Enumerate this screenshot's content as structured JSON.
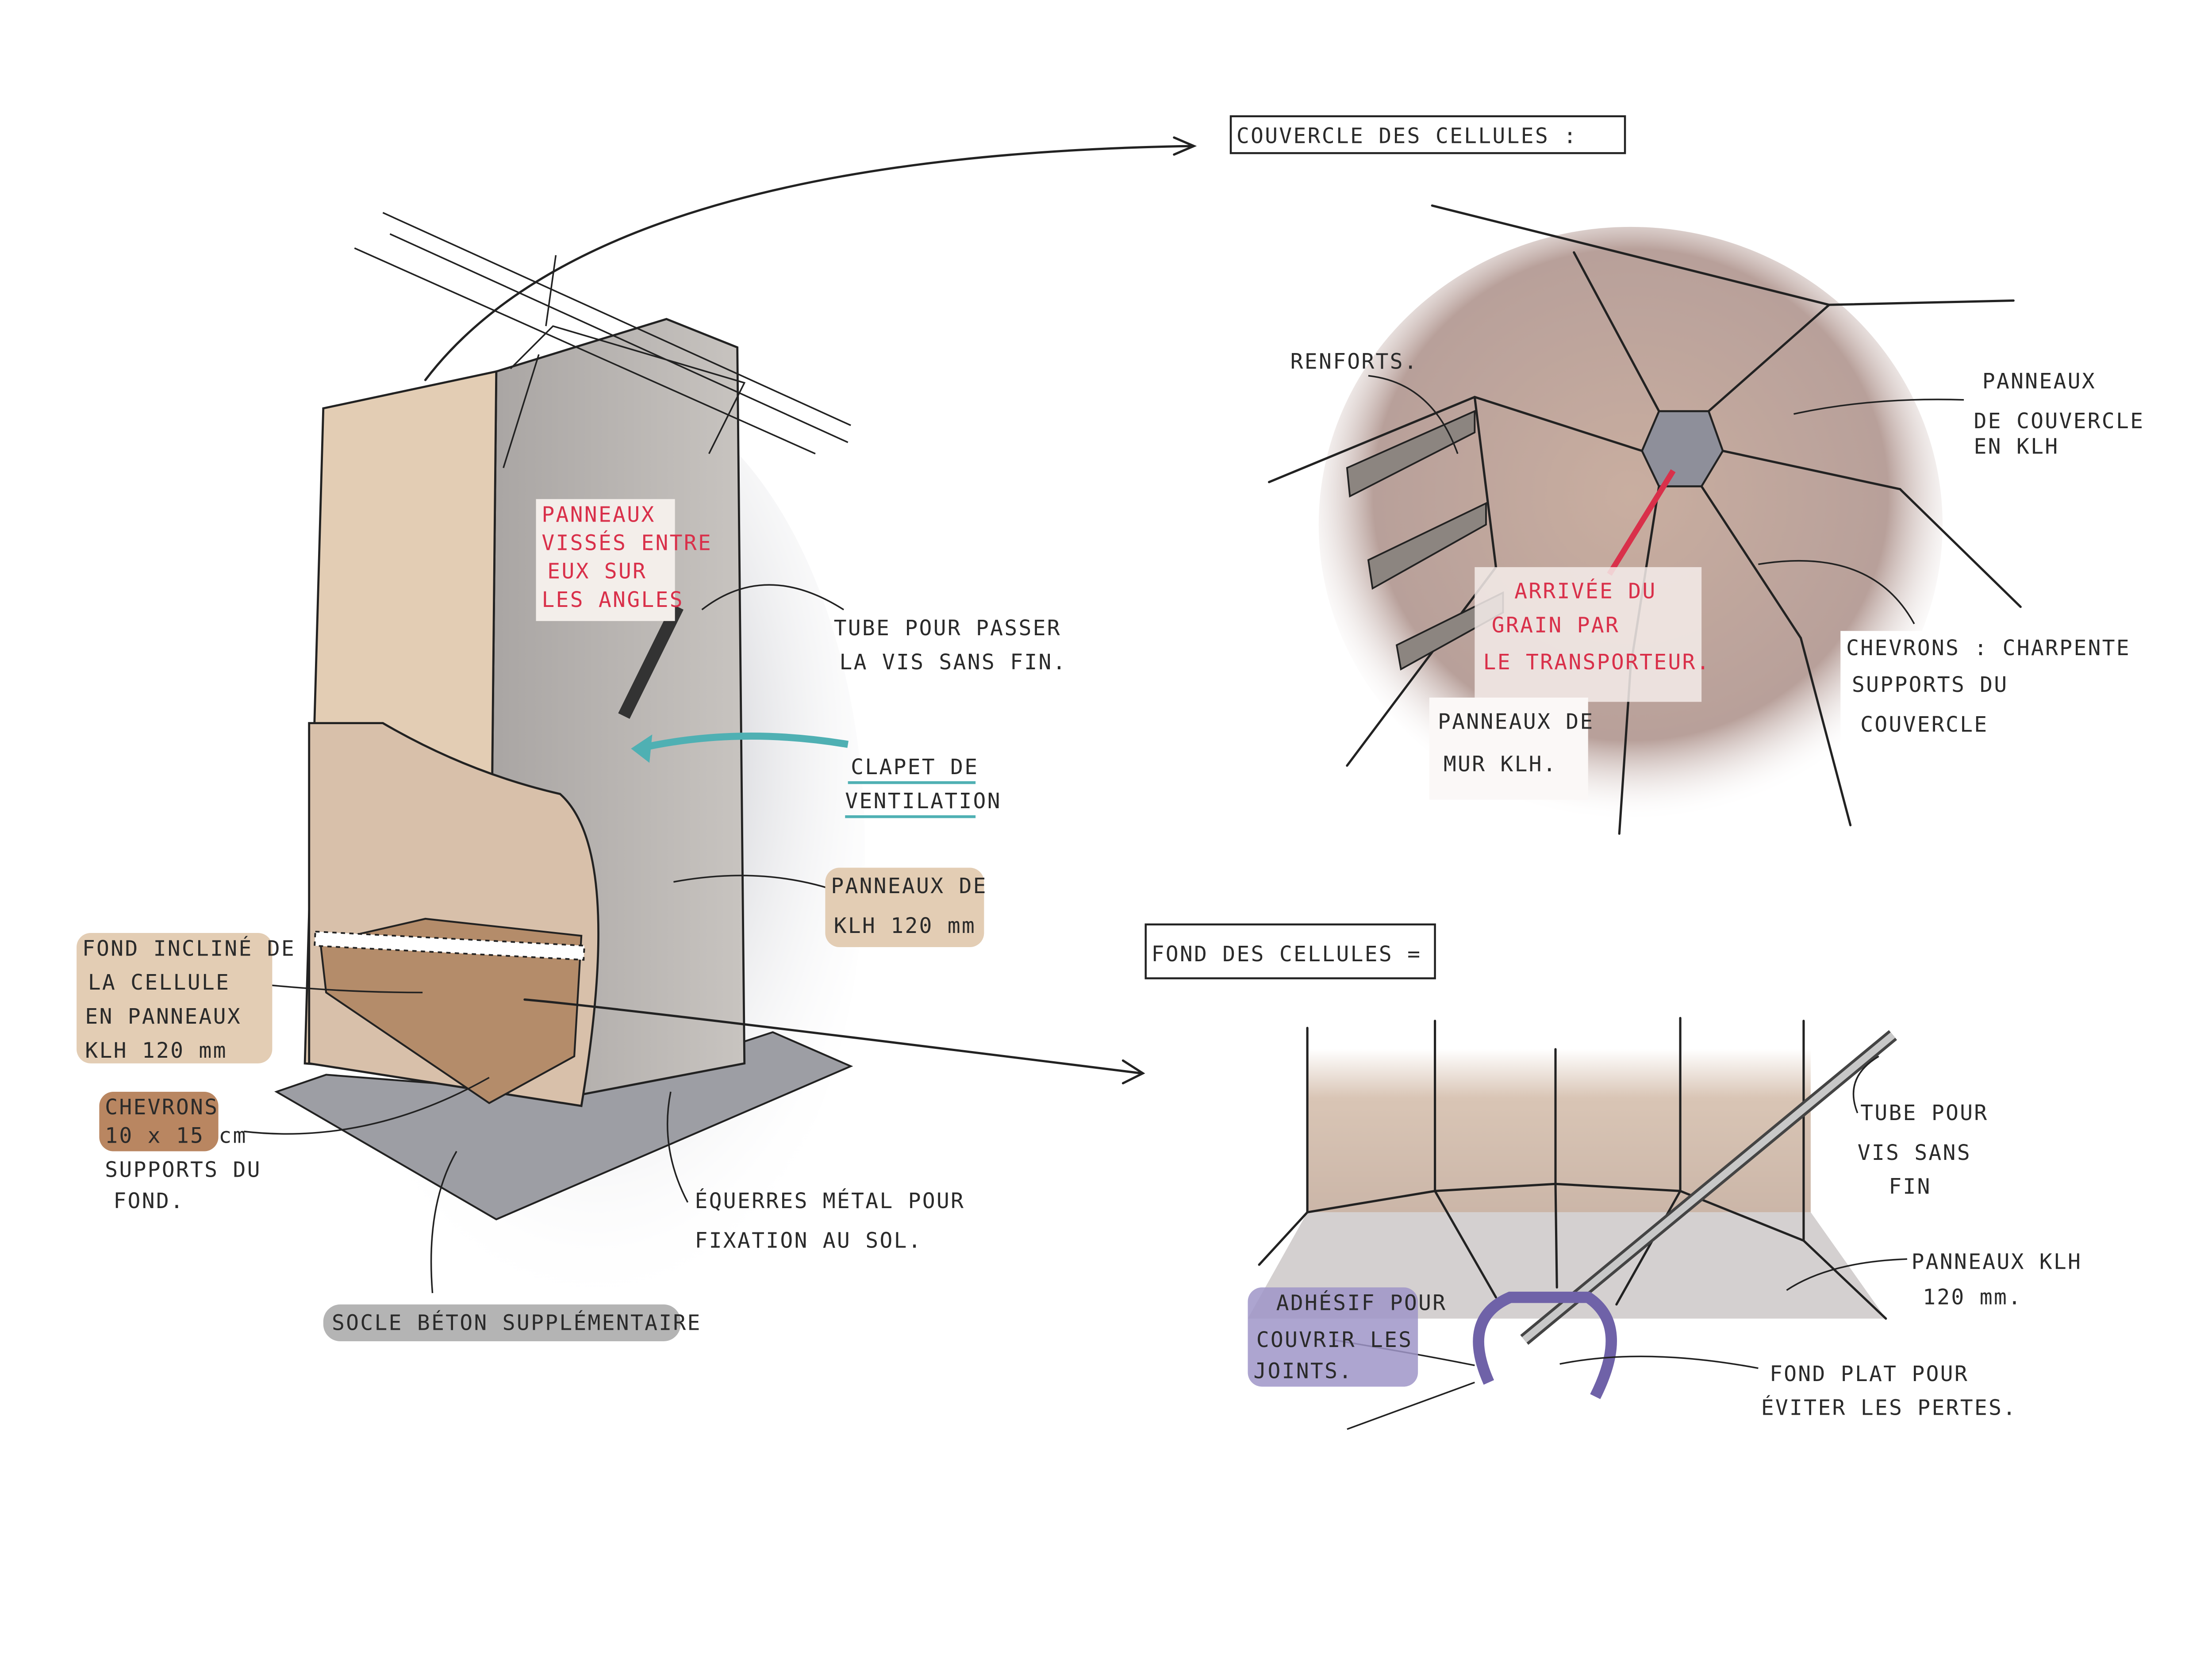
{
  "colors": {
    "klh_tan": "#e3cdb4",
    "chevron_brown": "#b98661",
    "concrete_grey": "#b4b4b4",
    "adhesive_purple": "#9f95c8",
    "ventilation_teal": "#4fb0b3",
    "warning_red": "#d9304a",
    "ink": "#222222"
  },
  "titles": {
    "lid": "COUVERCLE DES CELLULES :",
    "bottom": "FOND DES CELLULES ="
  },
  "lid_labels": {
    "reinforcements": "RENFORTS.",
    "lid_panels": [
      "PANNEAUX",
      "DE COUVERCLE",
      "EN KLH"
    ],
    "grain_arrival": [
      "ARRIVÉE DU",
      "GRAIN PAR",
      "LE TRANSPORTEUR."
    ],
    "rafters": [
      "CHEVRONS : CHARPENTE",
      "SUPPORTS DU",
      "COUVERCLE"
    ],
    "wall_panels": [
      "PANNEAUX DE",
      "MUR KLH."
    ]
  },
  "cell_labels": {
    "screwed_panels": [
      "PANNEAUX",
      "VISSÉS ENTRE",
      "EUX SUR",
      "LES ANGLES"
    ],
    "screw_tube": [
      "TUBE POUR PASSER",
      "LA VIS SANS FIN."
    ],
    "vent_flap": [
      "CLAPET DE",
      "VENTILATION"
    ],
    "klh_panels": [
      "PANNEAUX DE",
      "KLH 120 mm"
    ],
    "sloped_bottom": [
      "FOND INCLINÉ DE",
      "LA CELLULE",
      "EN PANNEAUX",
      "KLH 120 mm"
    ],
    "rafters": [
      "CHEVRONS",
      "10 x 15 cm"
    ],
    "rafters_support": [
      "SUPPORTS DU",
      "FOND."
    ],
    "brackets": [
      "ÉQUERRES MÉTAL POUR",
      "FIXATION AU SOL."
    ],
    "plinth": "SOCLE BÉTON SUPPLÉMENTAIRE"
  },
  "bottom_labels": {
    "screw_tube": [
      "TUBE POUR",
      "VIS SANS",
      "FIN"
    ],
    "klh_panels": [
      "PANNEAUX KLH",
      "120 mm."
    ],
    "adhesive": [
      "ADHÉSIF POUR",
      "COUVRIR LES",
      "JOINTS."
    ],
    "flat_bottom": [
      "FOND PLAT POUR",
      "ÉVITER LES PERTES."
    ]
  }
}
